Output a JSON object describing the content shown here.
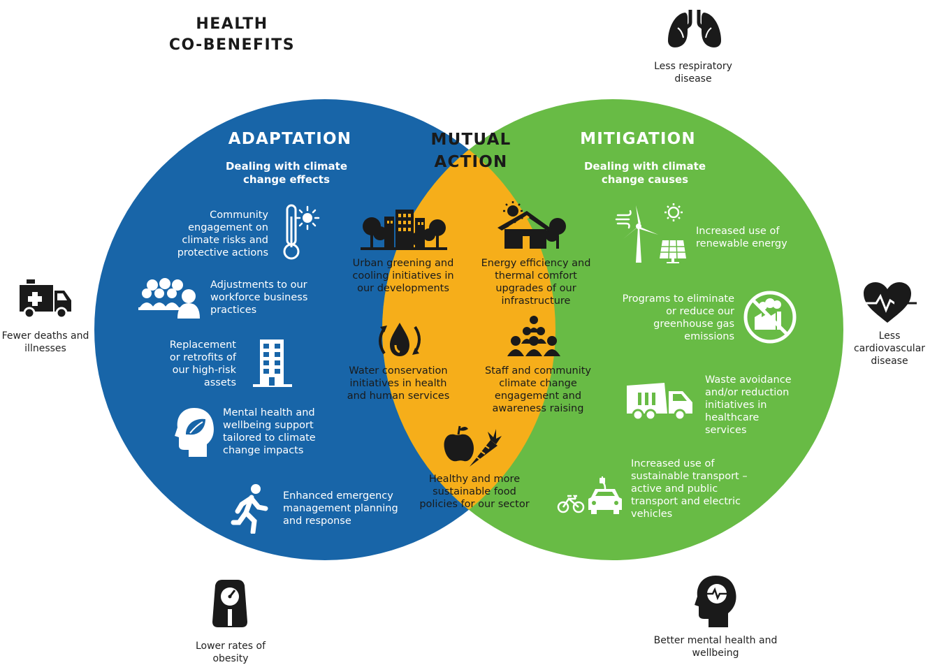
{
  "title": {
    "line1": "HEALTH",
    "line2": "CO-BENEFITS"
  },
  "colors": {
    "adaptation": "#1865A8",
    "mutual": "#F6AE1A",
    "mitigation": "#68BB45",
    "text": "#1a1a1a",
    "white": "#ffffff"
  },
  "adaptation": {
    "heading": "ADAPTATION",
    "subtitle_line1": "Dealing with climate",
    "subtitle_line2": "change effects",
    "items": [
      {
        "icon": "thermometer-sun-icon",
        "text": "Community engagement on climate risks and protective actions"
      },
      {
        "icon": "people-group-icon",
        "text": "Adjustments to our workforce business practices"
      },
      {
        "icon": "building-icon",
        "text": "Replacement or retrofits of our high-risk assets"
      },
      {
        "icon": "head-leaf-icon",
        "text": "Mental health and wellbeing support tailored to climate change impacts"
      },
      {
        "icon": "running-person-icon",
        "text": "Enhanced emergency management planning and response"
      }
    ]
  },
  "mutual": {
    "heading_line1": "MUTUAL",
    "heading_line2": "ACTION",
    "items": [
      {
        "icon": "city-trees-icon",
        "text": "Urban greening and cooling initiatives in our developments"
      },
      {
        "icon": "solar-house-icon",
        "text": "Energy efficiency and thermal comfort upgrades of our infrastructure"
      },
      {
        "icon": "water-drop-cycle-icon",
        "text": "Water conservation initiatives in health and human services"
      },
      {
        "icon": "community-group-icon",
        "text": "Staff and community climate change engagement and awareness raising"
      },
      {
        "icon": "apple-carrot-icon",
        "text": "Healthy and more sustainable food policies for our sector"
      }
    ]
  },
  "mitigation": {
    "heading": "MITIGATION",
    "subtitle_line1": "Dealing with climate",
    "subtitle_line2": "change causes",
    "items": [
      {
        "icon": "wind-solar-icon",
        "text": "Increased use of renewable energy"
      },
      {
        "icon": "no-factory-emissions-icon",
        "text": "Programs to eliminate or reduce our greenhouse gas emissions"
      },
      {
        "icon": "garbage-truck-icon",
        "text": "Waste avoidance and/or reduction initiatives in healthcare services"
      },
      {
        "icon": "bike-electric-car-icon",
        "text": "Increased use of sustainable transport – active and public transport and electric vehicles"
      }
    ]
  },
  "benefits": [
    {
      "icon": "lungs-icon",
      "text": "Less respiratory disease"
    },
    {
      "icon": "ambulance-icon",
      "text": "Fewer deaths and illnesses"
    },
    {
      "icon": "heart-pulse-icon",
      "text": "Less cardiovascular disease"
    },
    {
      "icon": "scale-icon",
      "text": "Lower rates of obesity"
    },
    {
      "icon": "head-heartbeat-icon",
      "text": "Better mental health and wellbeing"
    }
  ]
}
